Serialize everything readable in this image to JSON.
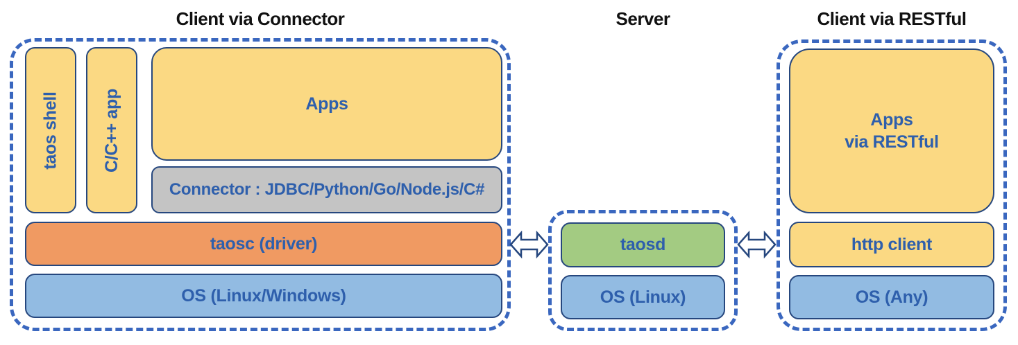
{
  "sections": {
    "connector": {
      "title": "Client via Connector",
      "boxes": {
        "taos_shell": "taos shell",
        "cpp_app": "C/C++ app",
        "apps": "Apps",
        "connector": "Connector : JDBC/Python/Go/Node.js/C#",
        "taosc": "taosc (driver)",
        "os": "OS (Linux/Windows)"
      }
    },
    "server": {
      "title": "Server",
      "boxes": {
        "taosd": "taosd",
        "os": "OS (Linux)"
      }
    },
    "restful": {
      "title": "Client via RESTful",
      "boxes": {
        "apps_line1": "Apps",
        "apps_line2": "via RESTful",
        "http_client": "http client",
        "os": "OS (Any)"
      }
    }
  },
  "icons": {
    "left_link": "bidirectional-arrow",
    "right_link": "bidirectional-arrow"
  },
  "colors": {
    "dashed_border": "#3a67bf",
    "box_border": "#26477e",
    "label_text": "#2e5fac",
    "title_text": "#111111",
    "yellow": "#fbd983",
    "gray": "#c4c4c4",
    "orange": "#f09a62",
    "blue": "#92bbe2",
    "green": "#a3cb82"
  }
}
